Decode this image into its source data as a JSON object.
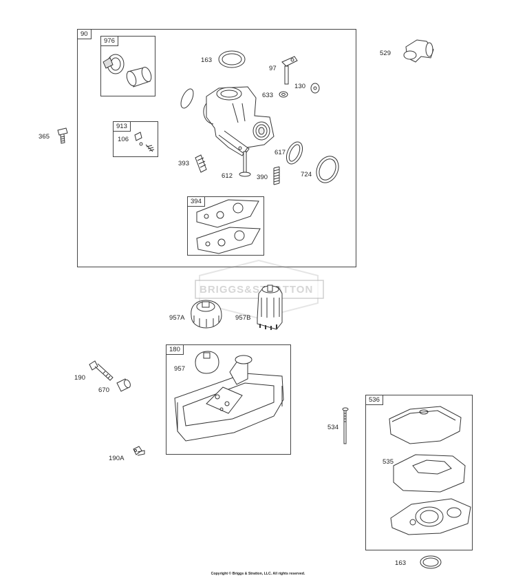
{
  "watermark": "BRIGGS&STRATTON",
  "copyright": "Copyright © Briggs & Stratton, LLC. All rights reserved.",
  "groups": {
    "g90": "90",
    "g976": "976",
    "g913": "913",
    "g394": "394",
    "g180": "180",
    "g536": "536"
  },
  "labels": {
    "p163a": "163",
    "p97": "97",
    "p130": "130",
    "p633": "633",
    "p529": "529",
    "p365": "365",
    "p106": "106",
    "p393": "393",
    "p612": "612",
    "p390": "390",
    "p617": "617",
    "p724": "724",
    "p957A": "957A",
    "p957B": "957B",
    "p957": "957",
    "p190": "190",
    "p670": "670",
    "p190A": "190A",
    "p534": "534",
    "p535": "535",
    "p163b": "163"
  }
}
